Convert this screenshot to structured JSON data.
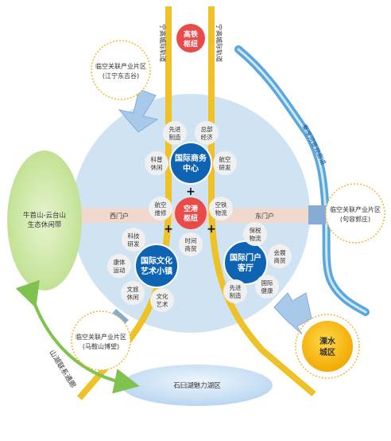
{
  "colors": {
    "circle_fill": "#cfe3f3",
    "river": "#5aa7dd",
    "expressway": "#f2c21b",
    "hub_red": "#e94a4a",
    "node_blue": "#0f63b3",
    "satellite": "#f0f0f0",
    "green_zone": "#c9e79a",
    "orange_ring": "#f4b730",
    "lishui_gold": "#f2a900",
    "arrow_blue": "#a9c9ea",
    "green_arrow": "#7fc34e",
    "axis_band": "#f6d6c8"
  },
  "title_hubs": {
    "rail_hub": [
      "高铁",
      "枢纽"
    ],
    "airport_hub": [
      "空港",
      "枢纽"
    ]
  },
  "roads": {
    "road_left": "宁高城际轨道",
    "road_right": "宁高城际轨道",
    "river": "秦淮河景观廊道"
  },
  "ports": {
    "west": "西门户",
    "east": "东门户"
  },
  "districts": {
    "business": [
      "国际商务",
      "中心"
    ],
    "culture": [
      "国际文化",
      "艺术小镇"
    ],
    "gateway": [
      "国际门户",
      "客厅"
    ],
    "lishui": [
      "溧水",
      "城区"
    ]
  },
  "industry_zones": {
    "top": [
      "临空关联产业片区",
      "(江宁东吉谷)"
    ],
    "right": [
      "临空关联产业片区",
      "(句容郭庄)"
    ],
    "bottom": [
      "临空关联产业片区",
      "(马鞍山博望)"
    ]
  },
  "ecology": {
    "green_belt": [
      "牛首山-云台山",
      "生态休闲带"
    ],
    "lake": "石臼湖魅力湖区",
    "corridor": "山湖联系通廊"
  },
  "satellites": {
    "advanced_mfg_top": [
      "先进",
      "制造"
    ],
    "hq_economy": [
      "总部",
      "经济"
    ],
    "science_leisure": [
      "科普",
      "休闲"
    ],
    "aviation_rd": [
      "航空",
      "研发"
    ],
    "aviation_maint": [
      "航空",
      "维修"
    ],
    "air_rail": [
      "空铁",
      "物流"
    ],
    "time_trade": [
      "时间",
      "商贸"
    ],
    "tech_rd": [
      "科技",
      "研发"
    ],
    "health_sport": [
      "康体",
      "运动"
    ],
    "culture_travel": [
      "文旅",
      "休闲"
    ],
    "culture_art": [
      "文化",
      "艺术"
    ],
    "bonded_logistics": [
      "保税",
      "物流"
    ],
    "expo_trade": [
      "会展",
      "商贸"
    ],
    "advanced_mfg_bottom": [
      "先进",
      "制造"
    ],
    "intl_health": [
      "国际",
      "健康"
    ]
  }
}
